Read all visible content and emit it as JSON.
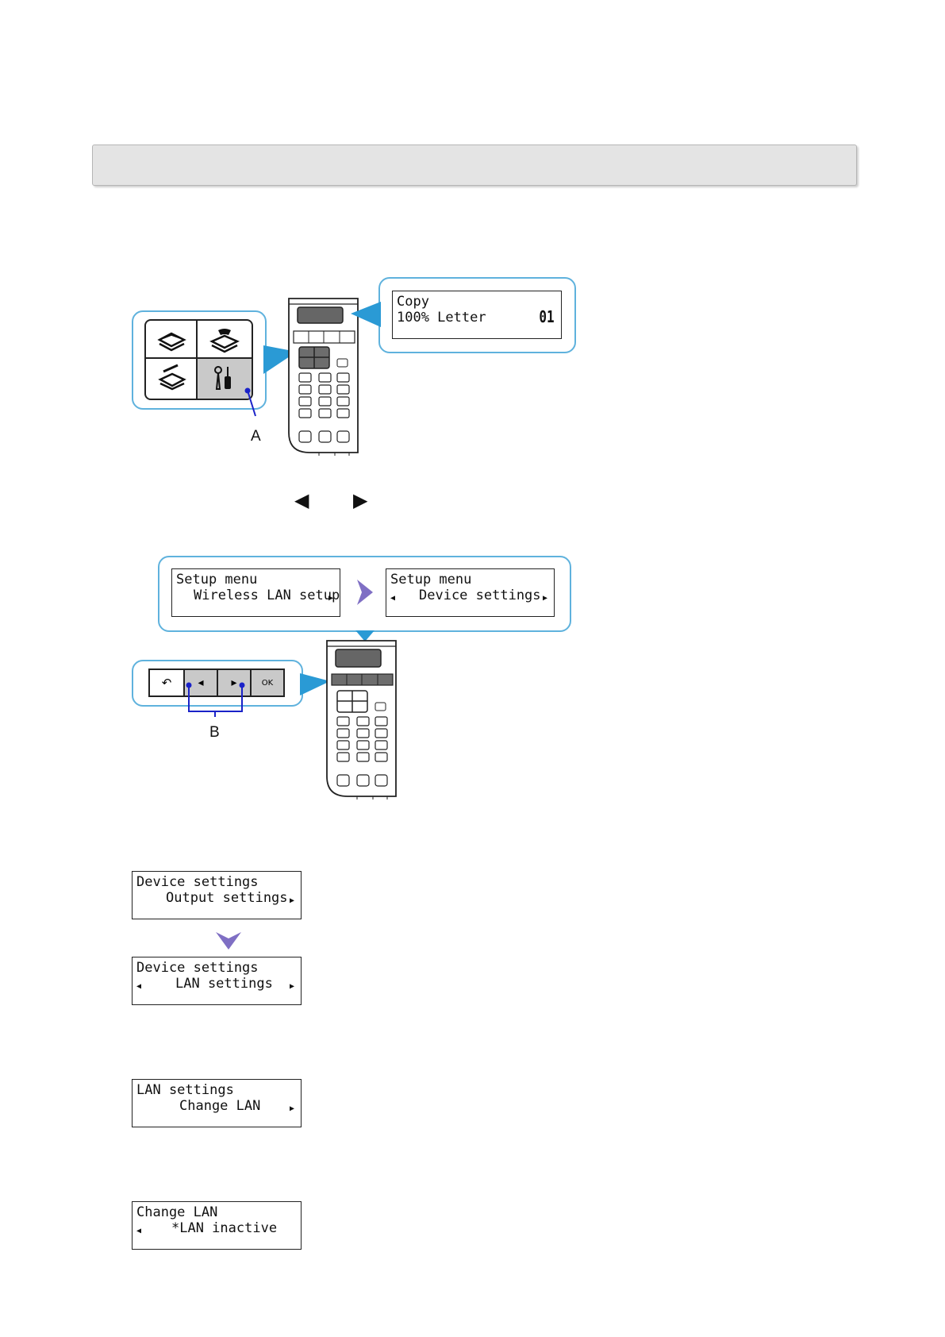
{
  "header": {
    "title": ""
  },
  "figure1": {
    "lcd_line1": "Copy",
    "lcd_line2": "100% Letter",
    "lcd_count": "01",
    "label_a": "A",
    "icons": [
      "copy-icon",
      "fax-icon",
      "scan-icon",
      "setup-icon"
    ]
  },
  "nav_arrows": {
    "left": "◀",
    "right": "▶"
  },
  "figure2": {
    "screen_before": {
      "line1": "Setup menu",
      "line2": "Wireless LAN setup"
    },
    "screen_after": {
      "line1": "Setup menu",
      "line2": "Device settings"
    },
    "label_b": "B",
    "buttons": {
      "back": "↶",
      "left": "◂",
      "right": "▸",
      "ok": "OK"
    }
  },
  "screens": [
    {
      "line1": "Device settings",
      "line2": "Output settings",
      "left_arrow": false,
      "right_arrow": true
    },
    {
      "line1": "Device settings",
      "line2": "LAN settings",
      "left_arrow": true,
      "right_arrow": true
    },
    {
      "line1": "LAN settings",
      "line2": "Change LAN",
      "left_arrow": false,
      "right_arrow": true
    },
    {
      "line1": "Change LAN",
      "line2": "*LAN inactive",
      "left_arrow": true,
      "right_arrow": false
    }
  ],
  "colors": {
    "callout_border": "#5fb2dd",
    "pointer_blue": "#2a9ad5",
    "flow_arrow": "#7f6fc4",
    "label_line": "#1a22c8",
    "header_bg": "#e4e4e4"
  }
}
